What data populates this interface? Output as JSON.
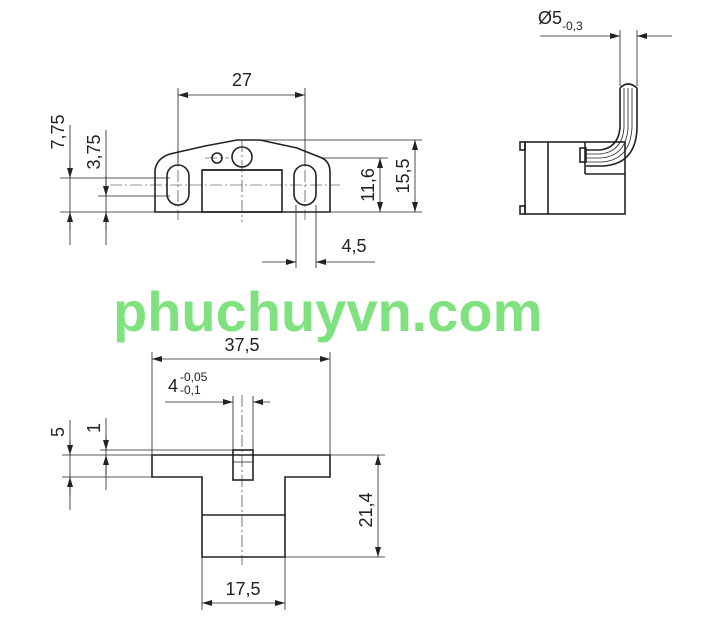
{
  "watermark": "phuchuyvn.com",
  "colors": {
    "lines": "#222222",
    "watermark": "#7fe27f",
    "background": "#ffffff"
  },
  "front_view": {
    "dim_width": "27",
    "dim_total_height_left": "7,75",
    "dim_hole_height": "3,75",
    "dim_height": "11,6",
    "dim_total_height": "15,5",
    "dim_slot_width": "4,5"
  },
  "side_view": {
    "dim_cable_diameter_main": "Ø5",
    "dim_cable_diameter_tol": "-0,3"
  },
  "bottom_view": {
    "dim_total_width": "37,5",
    "dim_pin_main": "4",
    "dim_pin_tol_upper": "-0,05",
    "dim_pin_tol_lower": "-0,1",
    "dim_flange_offset": "5",
    "dim_flange_step": "1",
    "dim_height": "21,4",
    "dim_base_width": "17,5"
  }
}
